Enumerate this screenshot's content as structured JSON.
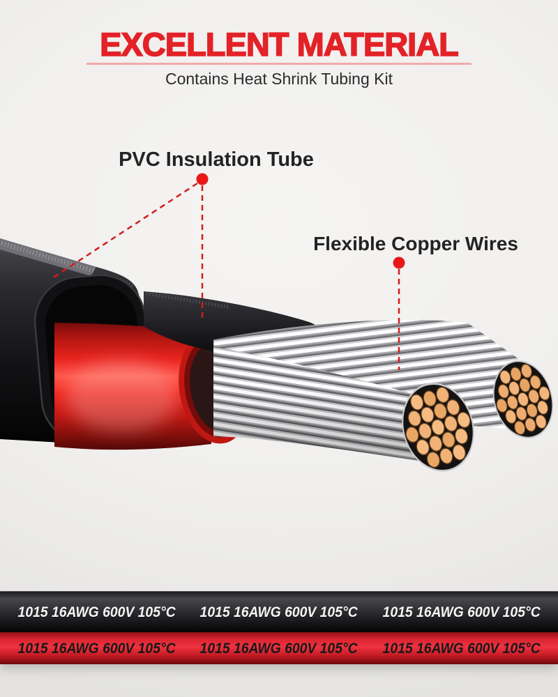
{
  "header": {
    "title": "EXCELLENT MATERIAL",
    "subtitle": "Contains Heat Shrink Tubing Kit"
  },
  "callouts": {
    "pvc_label": "PVC Insulation Tube",
    "copper_label": "Flexible Copper Wires"
  },
  "wire_print": {
    "text": "1015 16AWG 600V 105°C",
    "repeats_per_wire": 3
  },
  "wires": {
    "top_wire": "black",
    "bottom_wire": "red"
  },
  "colors": {
    "title-red": "#e32227",
    "underline-pink": "#f1abaa",
    "label-dark": "#232323",
    "leader-red": "#d41c1c",
    "copper": "#eeab6f",
    "tube-red": "#e7221d",
    "print-white": "#f5f5f5",
    "print-dark": "#181818"
  }
}
